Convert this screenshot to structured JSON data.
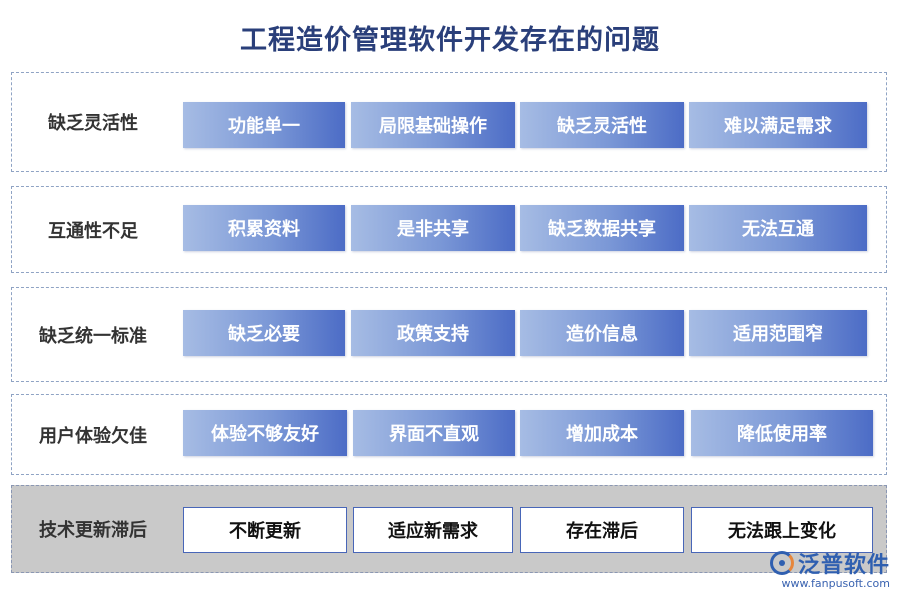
{
  "title": "工程造价管理软件开发存在的问题",
  "rows": [
    {
      "label": "缺乏灵活性",
      "items": [
        "功能单一",
        "局限基础操作",
        "缺乏灵活性",
        "难以满足需求"
      ]
    },
    {
      "label": "互通性不足",
      "items": [
        "积累资料",
        "是非共享",
        "缺乏数据共享",
        "无法互通"
      ]
    },
    {
      "label": "缺乏统一标准",
      "items": [
        "缺乏必要",
        "政策支持",
        "造价信息",
        "适用范围窄"
      ]
    },
    {
      "label": "用户体验欠佳",
      "items": [
        "体验不够友好",
        "界面不直观",
        "增加成本",
        "降低使用率"
      ]
    },
    {
      "label": "技术更新滞后",
      "items": [
        "不断更新",
        "适应新需求",
        "存在滞后",
        "无法跟上变化"
      ]
    }
  ],
  "logo": {
    "name": "泛普软件",
    "url": "www.fanpusoft.com"
  },
  "colors": {
    "title": "#2a3f7a",
    "box_start": "#a6bce4",
    "box_end": "#4c6cc6",
    "border": "#8fa3c4"
  }
}
